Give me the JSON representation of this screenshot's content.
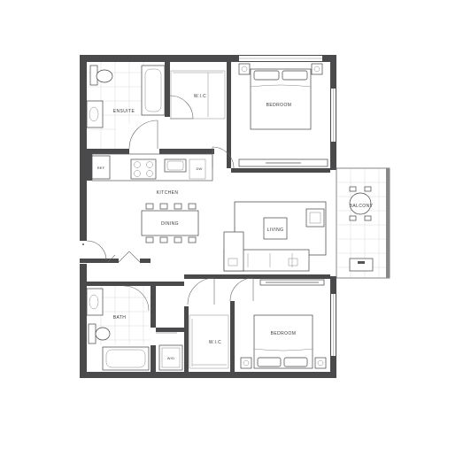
{
  "rooms": {
    "ensuite": "ENSUITE",
    "wic_top": "W.I.C",
    "bedroom_top": "BEDROOM",
    "ref": "REF",
    "dw": "DW",
    "kitchen": "KITCHEN",
    "dining": "DINING",
    "living": "LIVING",
    "balcony": "BALCONY",
    "bath": "BATH",
    "wic_bottom": "W.I.C",
    "bedroom_bottom": "BEDROOM",
    "wd": "W/D"
  },
  "colors": {
    "wall": "#4a4a4c",
    "tile": "#cfcfcf",
    "background": "#ffffff"
  }
}
